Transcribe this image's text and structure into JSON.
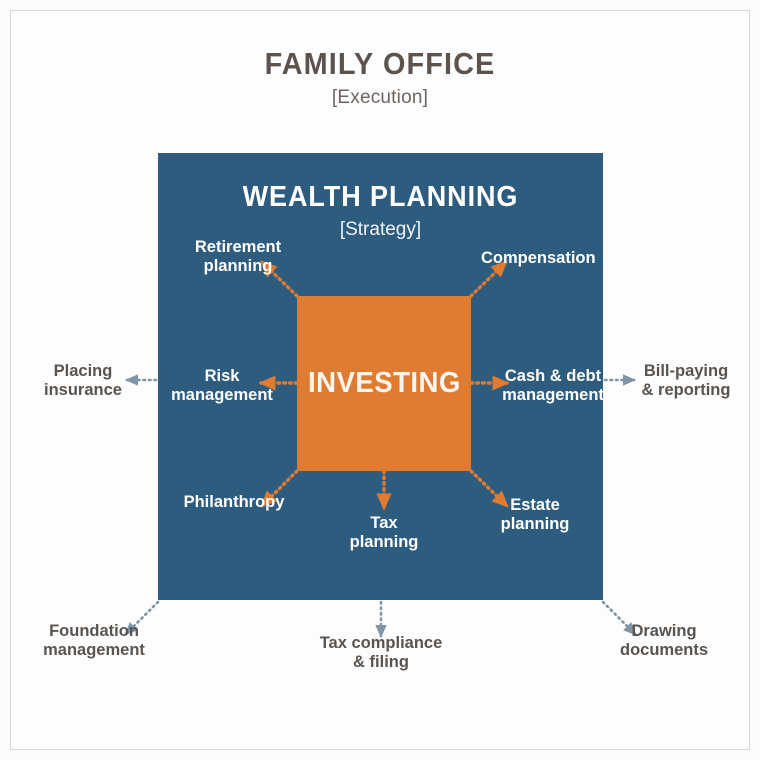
{
  "diagram": {
    "title": "FAMILY OFFICE",
    "subtitle": "[Execution]",
    "panel_title": "WEALTH PLANNING",
    "panel_subtitle": "[Strategy]",
    "core_label": "INVESTING",
    "colors": {
      "background": "#fcfcfc",
      "panel_blue": "#2e5c7e",
      "core_orange": "#e07b32",
      "inner_arrow": "#e07b32",
      "outer_arrow": "#7e96a8",
      "title_gray": "#5c534e",
      "outer_label_gray": "#595450",
      "inner_label_white": "#ffffff",
      "frame_border": "#d8d8d8"
    },
    "inner_nodes": [
      {
        "id": "retirement-planning",
        "label": "Retirement\nplanning"
      },
      {
        "id": "compensation",
        "label": "Compensation"
      },
      {
        "id": "risk-management",
        "label": "Risk\nmanagement"
      },
      {
        "id": "cash-debt-management",
        "label": "Cash & debt\nmanagement"
      },
      {
        "id": "philanthropy",
        "label": "Philanthropy"
      },
      {
        "id": "tax-planning",
        "label": "Tax\nplanning"
      },
      {
        "id": "estate-planning",
        "label": "Estate\nplanning"
      }
    ],
    "outer_nodes": [
      {
        "id": "placing-insurance",
        "label": "Placing\ninsurance"
      },
      {
        "id": "bill-paying-reporting",
        "label": "Bill-paying\n& reporting"
      },
      {
        "id": "foundation-management",
        "label": "Foundation\nmanagement"
      },
      {
        "id": "tax-compliance-filing",
        "label": "Tax compliance\n& filing"
      },
      {
        "id": "drawing-documents",
        "label": "Drawing\ndocuments"
      }
    ]
  }
}
